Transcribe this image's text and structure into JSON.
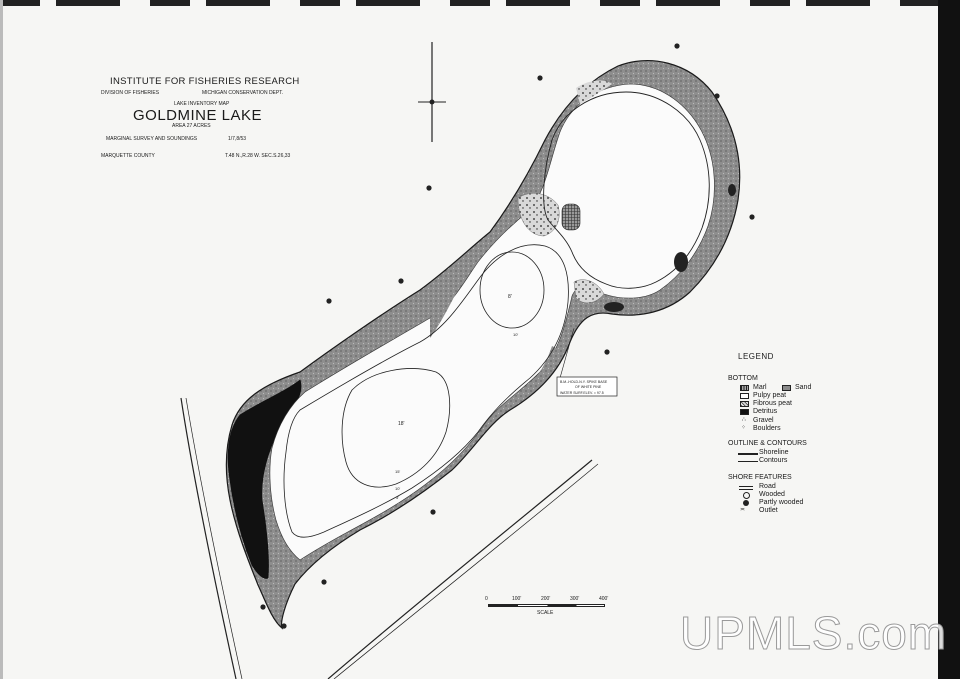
{
  "title_block": {
    "institute": "INSTITUTE FOR FISHERIES RESEARCH",
    "division": "DIVISION OF FISHERIES",
    "department": "MICHIGAN CONSERVATION DEPT.",
    "map_type": "LAKE INVENTORY MAP",
    "lake_name": "GOLDMINE LAKE",
    "area": "AREA 27 ACRES",
    "survey": "MARGINAL SURVEY AND SOUNDINGS",
    "date": "1/7,8/53",
    "county": "MARQUETTE COUNTY",
    "township": "T.48 N.,R.28 W. SEC.S.26,33"
  },
  "depth_labels": {
    "north_basin": "8'",
    "south_basin": "18'",
    "contour_a": "10'",
    "contour_b": "15'",
    "contour_c": "10'",
    "contour_d": "5'"
  },
  "benchmark_note": {
    "line1": "B.M.-HOLD-N.Y. SPIKE BASE",
    "line2": "OF WHITE PINE",
    "line3": "WATER SURF.ELEV. = 97.5"
  },
  "legend": {
    "title": "LEGEND",
    "bottom_heading": "BOTTOM",
    "marl": "Marl",
    "sand": "Sand",
    "pulpy_peat": "Pulpy peat",
    "fibrous_peat": "Fibrous peat",
    "detritus": "Detritus",
    "gravel": "Gravel",
    "boulders": "Boulders",
    "outline_heading": "OUTLINE & CONTOURS",
    "shoreline": "Shoreline",
    "contours": "Contours",
    "shore_heading": "SHORE FEATURES",
    "road": "Road",
    "wooded": "Wooded",
    "partly_wooded": "Partly wooded",
    "outlet": "Outlet"
  },
  "scale": {
    "ticks": [
      "0",
      "100'",
      "200'",
      "300'",
      "400'"
    ],
    "label": "SCALE"
  },
  "watermark": "UPMLS.com",
  "colors": {
    "ink": "#1a1a1a",
    "paper": "#f6f6f4",
    "sand": "#8c8c8c",
    "detritus": "#111111"
  }
}
